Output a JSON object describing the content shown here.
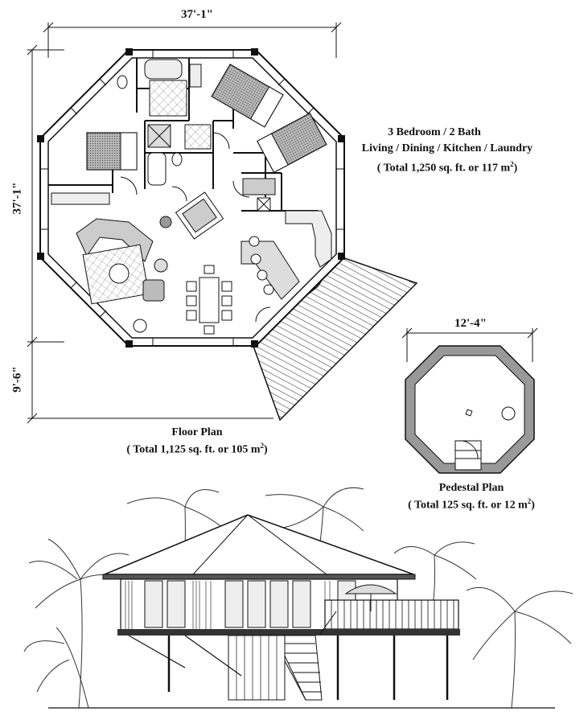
{
  "floor_plan": {
    "width_dim": "37'-1\"",
    "height_dim": "37'-1\"",
    "deck_dim": "9'-6\"",
    "caption_title": "Floor Plan",
    "caption_area_prefix": "( Total 1,125 sq. ft. or 105 m",
    "caption_area_sup": "2",
    "caption_area_suffix": ")"
  },
  "summary": {
    "line1": "3 Bedroom / 2 Bath",
    "line2": "Living / Dining / Kitchen / Laundry",
    "line3_prefix": "( Total 1,250 sq. ft. or 117 m",
    "line3_sup": "2",
    "line3_suffix": ")"
  },
  "pedestal_plan": {
    "width_dim": "12'-4\"",
    "caption_title": "Pedestal Plan",
    "caption_area_prefix": "( Total 125 sq. ft. or 12 m",
    "caption_area_sup": "2",
    "caption_area_suffix": ")"
  }
}
